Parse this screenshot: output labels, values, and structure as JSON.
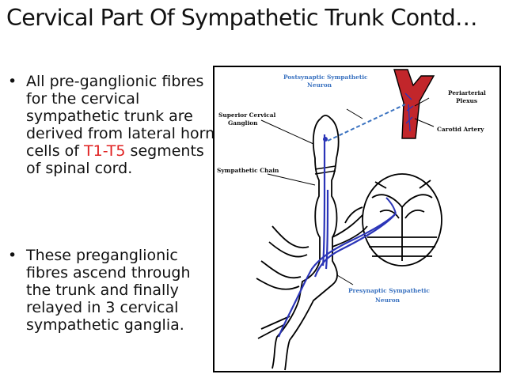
{
  "slide": {
    "title": "Cervical Part Of Sympathetic Trunk Contd…",
    "bullet_symbol": "•",
    "bullets": [
      {
        "lines": [
          "All pre-ganglionic fibres",
          "for the cervical",
          "sympathetic trunk are",
          "derived from lateral horn"
        ],
        "line5_before": "cells of ",
        "line5_highlight": "T1-T5",
        "line5_after": " segments",
        "line6": "of spinal cord."
      },
      {
        "lines": [
          "These preganglionic",
          "fibres ascend through",
          "the trunk and finally",
          "relayed in 3 cervical",
          "sympathetic ganglia."
        ]
      }
    ]
  },
  "figure": {
    "labels": {
      "postsynaptic_1": "Postsynaptic Sympathetic",
      "postsynaptic_2": "Neuron",
      "periarterial_1": "Periarterial",
      "periarterial_2": "Plexus",
      "carotid": "Carotid Artery",
      "superior_1": "Superior Cervical",
      "superior_2": "Ganglion",
      "chain": "Sympathetic Chain",
      "presynaptic_1": "Presynaptic Sympathetic",
      "presynaptic_2": "Neuron"
    },
    "colors": {
      "neuron": "#2b35b8",
      "label_blue": "#3a72c0",
      "artery": "#c2262b",
      "highlight": "#e02020"
    }
  }
}
